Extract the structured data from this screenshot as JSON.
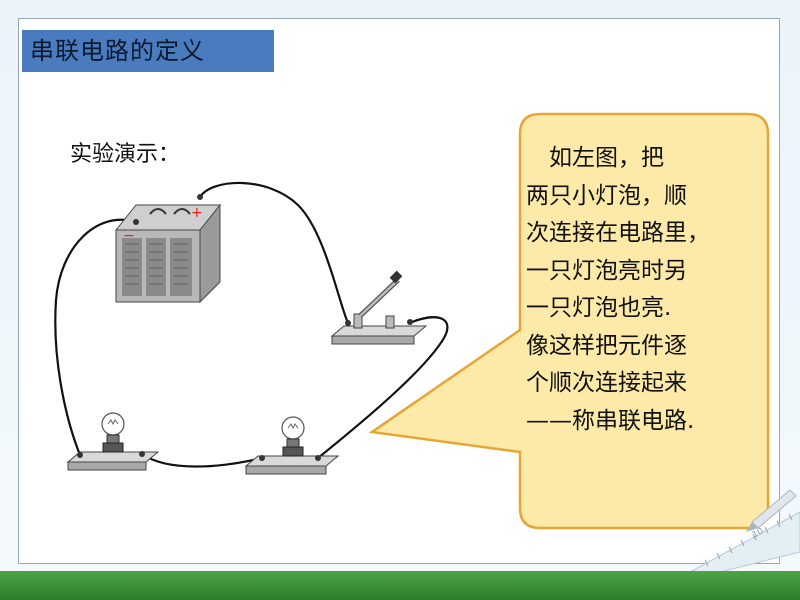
{
  "title": "串联电路的定义",
  "demo_label": "实验演示：",
  "battery": {
    "minus": "−",
    "plus": "+"
  },
  "callout": {
    "lines": [
      "　如左图，把",
      "两只小灯泡，顺",
      "次连接在电路里，",
      " 一只灯泡亮时另",
      " 一只灯泡也亮.",
      "像这样把元件逐",
      "个顺次连接起来",
      "——称串联电路."
    ]
  },
  "ruler": {
    "tick_label": "10"
  },
  "colors": {
    "title_bg": "#4a7bbf",
    "callout_fill": "#fdeaa8",
    "callout_border": "#e8a534",
    "footer": "#3b8f37"
  }
}
